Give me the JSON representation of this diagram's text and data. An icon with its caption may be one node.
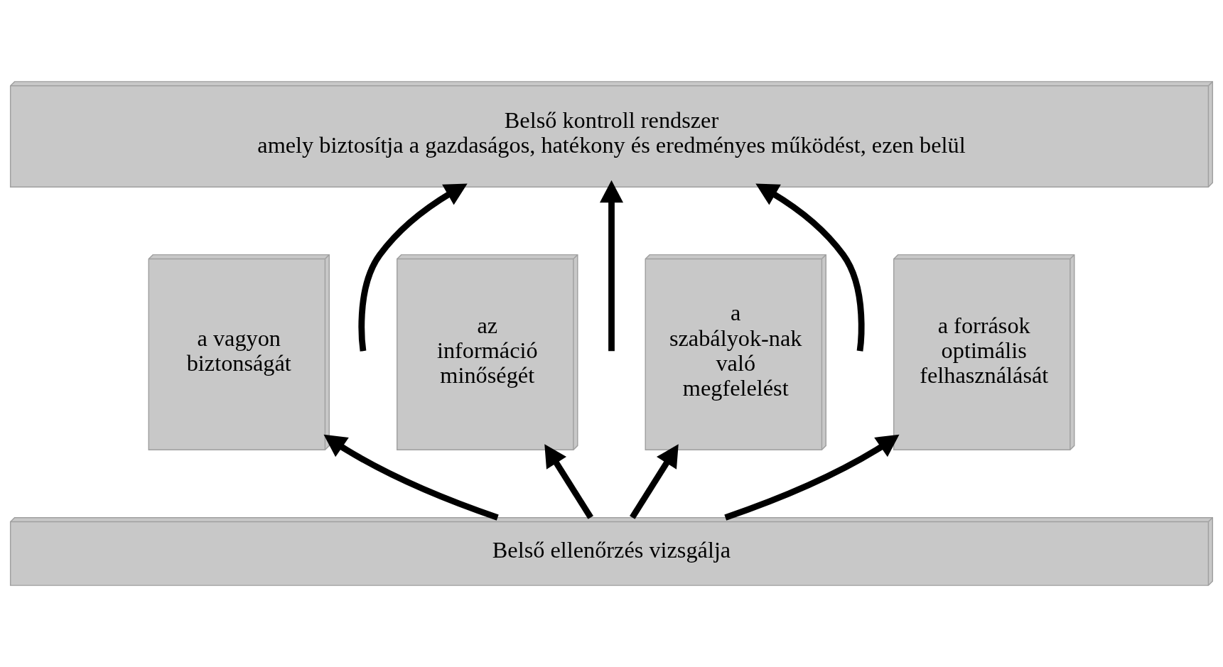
{
  "diagram": {
    "nodes": [
      {
        "text": [
          "Belső kontroll rendszer",
          "amely biztosítja a gazdaságos, hatékony és eredményes működést, ezen belül"
        ]
      },
      {
        "text": [
          "a vagyon biztonságát"
        ]
      },
      {
        "text": [
          "az információ minőségét"
        ]
      },
      {
        "text": [
          "a szabályok-nak való megfelelést"
        ]
      },
      {
        "text": [
          "a források optimális felhasználását"
        ]
      },
      {
        "text": [
          "Belső ellenőrzés vizsgálja"
        ]
      }
    ],
    "edges": [
      {
        "from": 5,
        "to": 1,
        "arrow": "to"
      },
      {
        "from": 5,
        "to": 2,
        "arrow": "to"
      },
      {
        "from": 5,
        "to": 3,
        "arrow": "to"
      },
      {
        "from": 5,
        "to": 4,
        "arrow": "to"
      },
      {
        "from": null,
        "to": 0,
        "arrow": "to"
      },
      {
        "from": null,
        "to": 0,
        "arrow": "to"
      },
      {
        "from": null,
        "to": 0,
        "arrow": "to"
      }
    ]
  }
}
